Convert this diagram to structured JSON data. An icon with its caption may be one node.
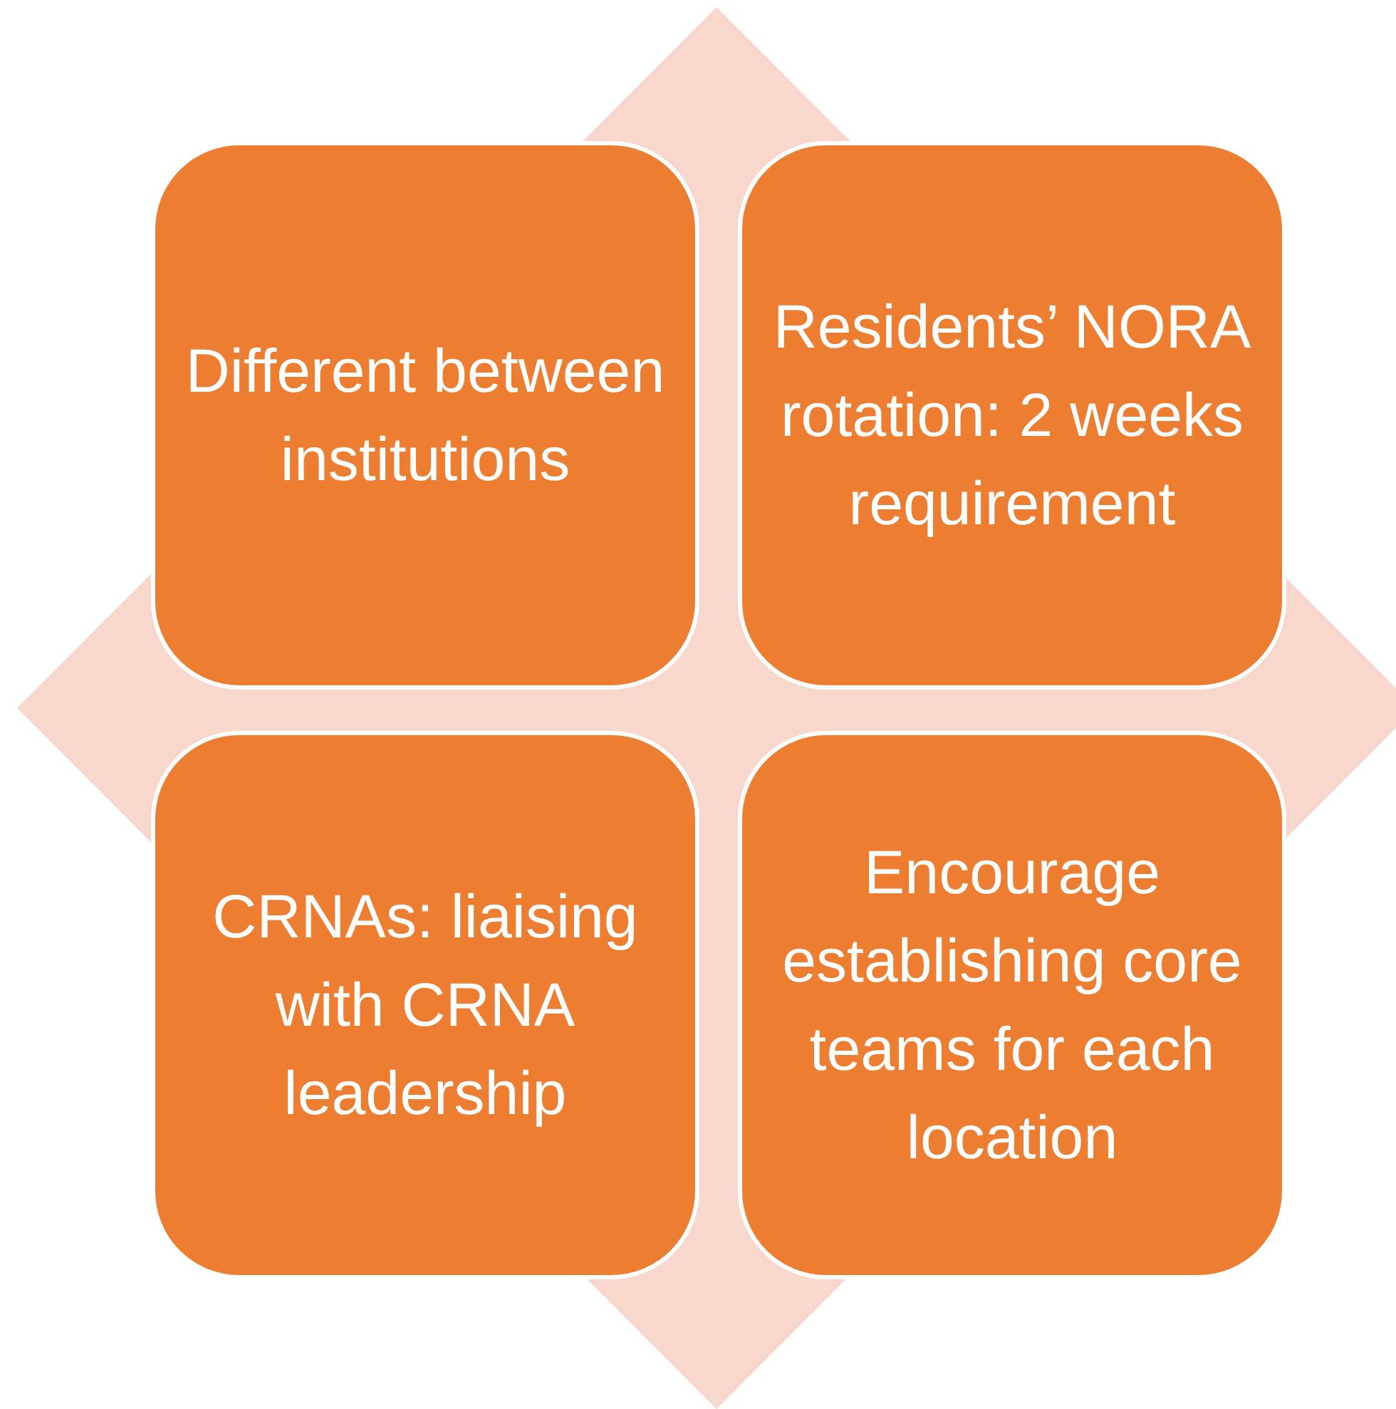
{
  "diagram": {
    "nodes": [
      {
        "text": [
          "Different between institutions"
        ]
      },
      {
        "text": [
          "Residents’ NORA rotation: 2 weeks requirement"
        ]
      },
      {
        "text": [
          "CRNAs: liaising with CRNA leadership"
        ]
      },
      {
        "text": [
          "Encourage establishing core teams for each location"
        ]
      }
    ]
  }
}
